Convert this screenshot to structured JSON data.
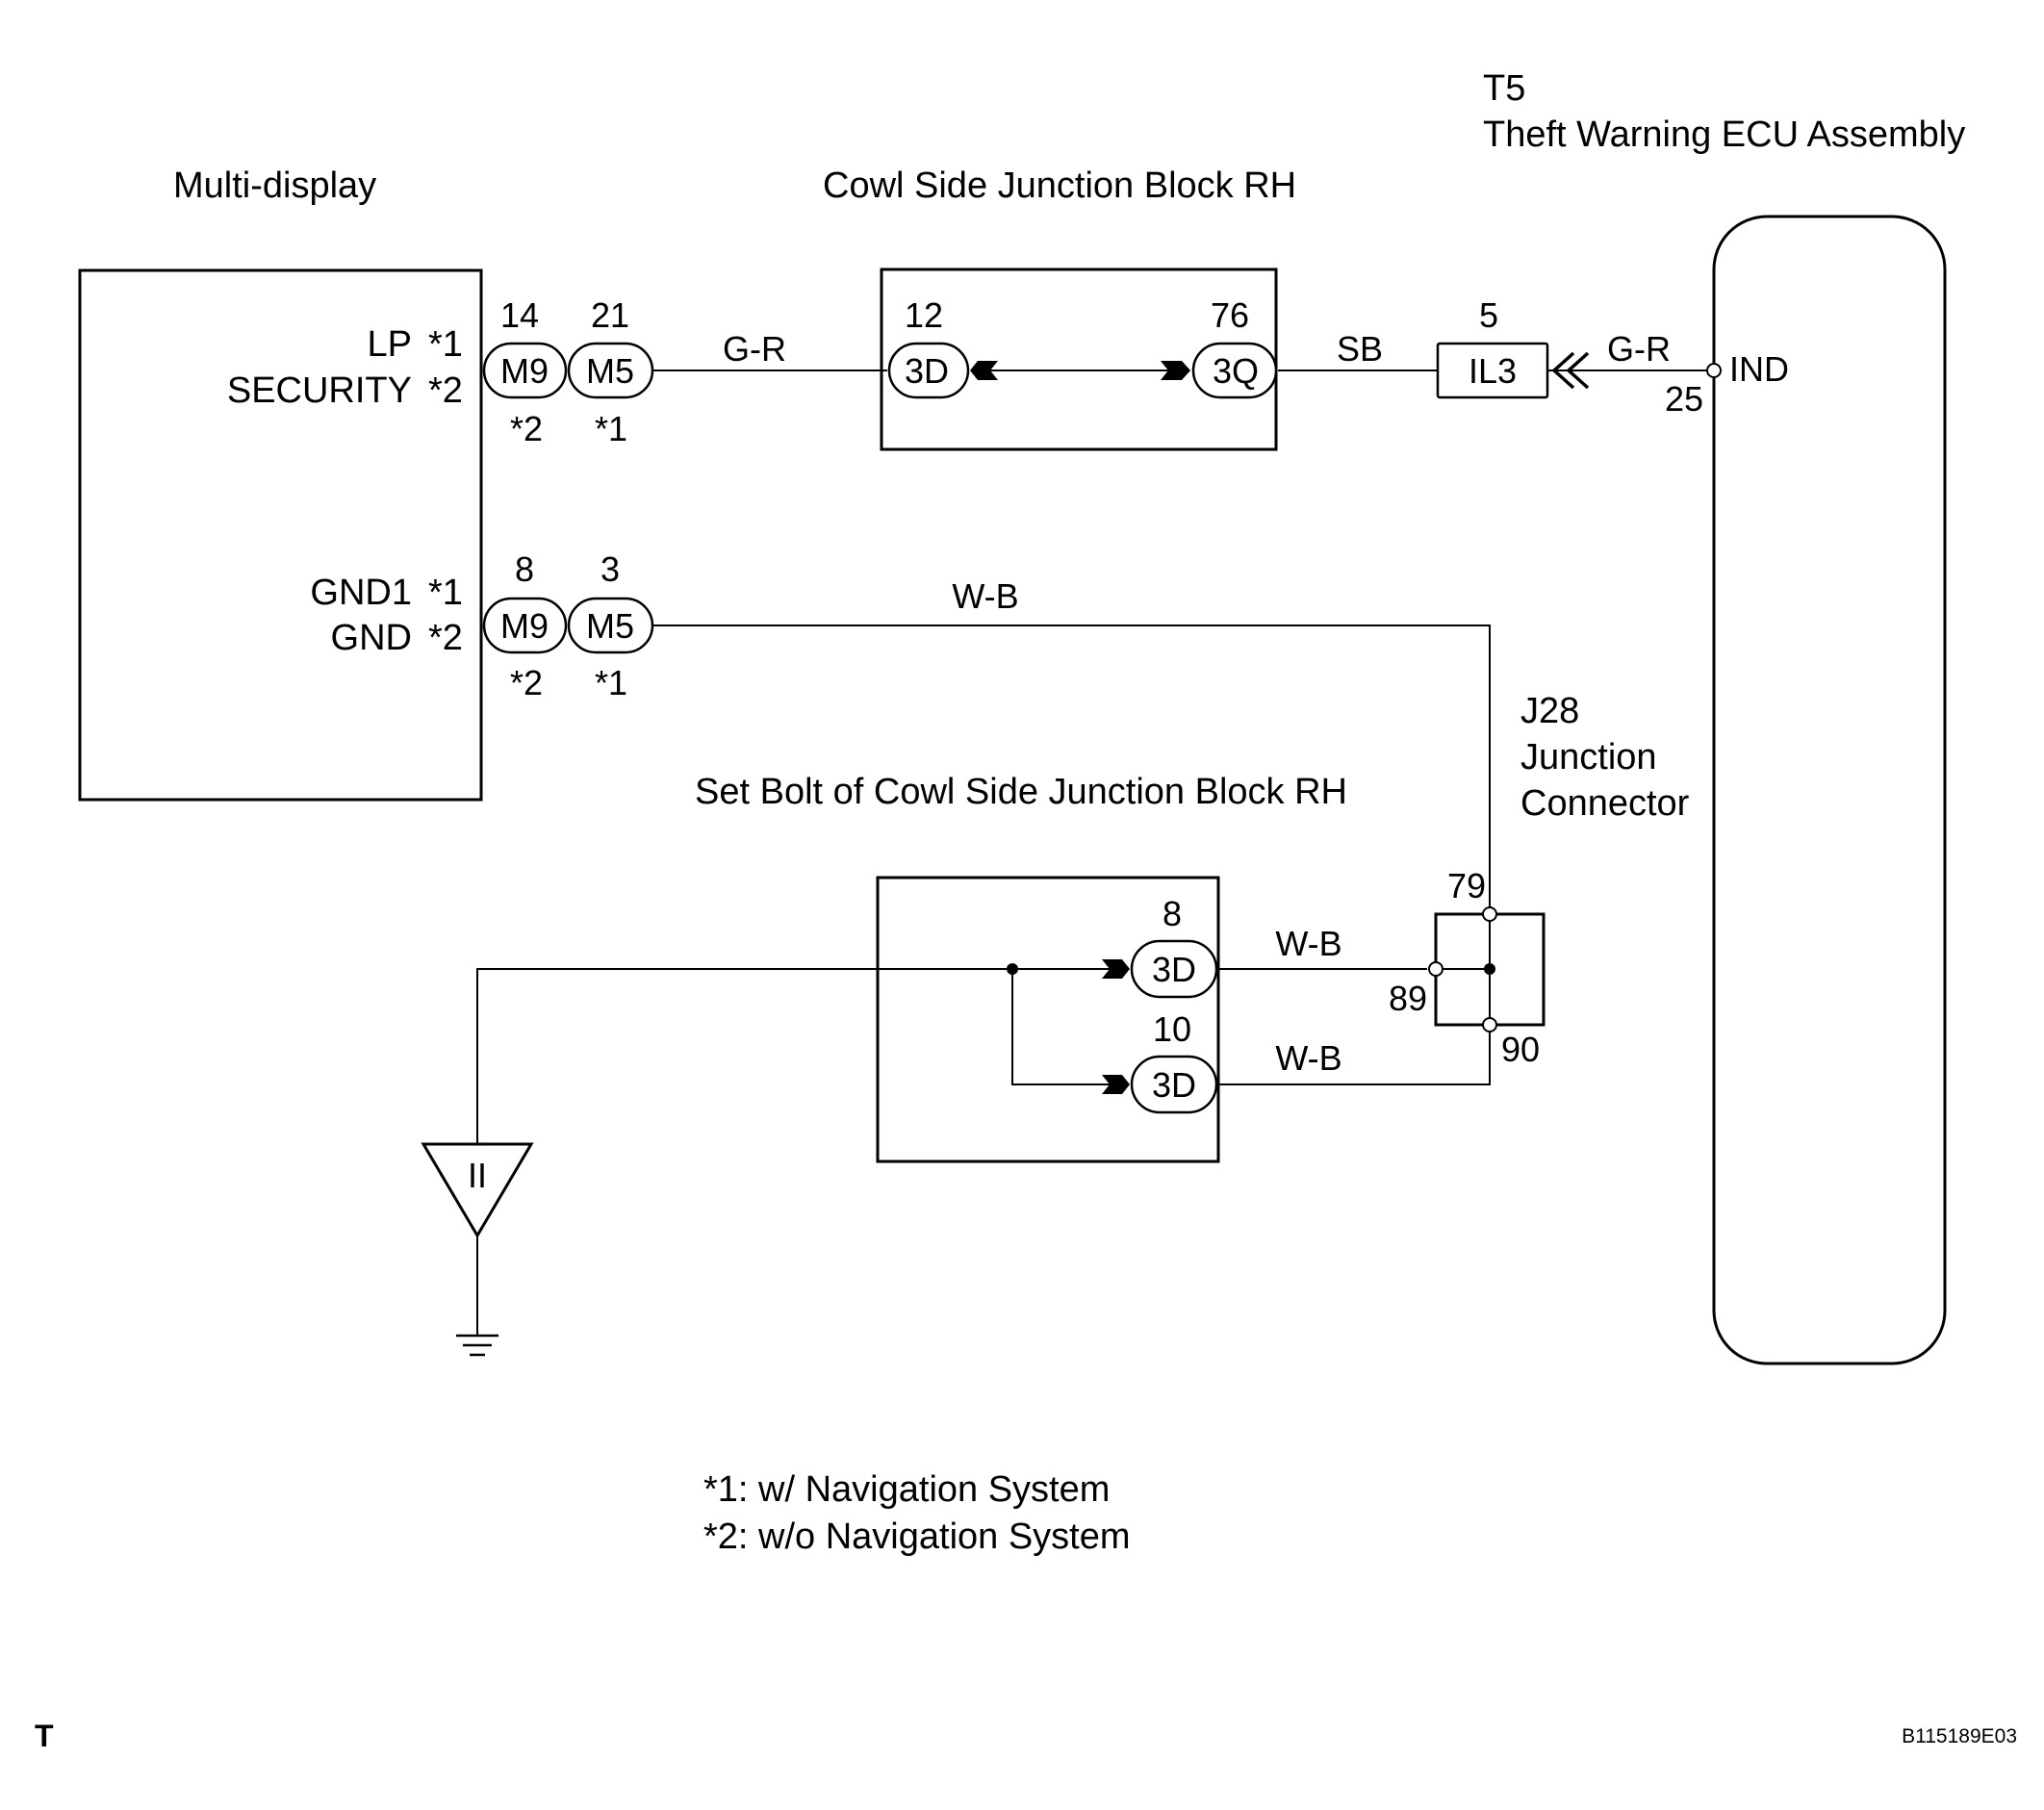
{
  "components": {
    "multi_display": {
      "title": "Multi-display",
      "pin_lp": "LP",
      "pin_lp_note": "*1",
      "pin_security": "SECURITY",
      "pin_security_note": "*2",
      "pin_gnd1": "GND1",
      "pin_gnd1_note": "*1",
      "pin_gnd": "GND",
      "pin_gnd_note": "*2"
    },
    "cowl_jb": {
      "title": "Cowl Side Junction Block RH"
    },
    "ecu": {
      "code": "T5",
      "title": "Theft Warning ECU Assembly",
      "pin_name": "IND",
      "pin_no": "25"
    },
    "junction_connector": {
      "code": "J28",
      "line1": "Junction",
      "line2": "Connector",
      "pin_top": "79",
      "pin_left": "89",
      "pin_bottom": "90"
    },
    "set_bolt": {
      "title": "Set Bolt of Cowl Side Junction Block RH"
    },
    "ground": {
      "symbol": "II"
    }
  },
  "connectors": {
    "m9_top": {
      "label": "M9",
      "pin": "14",
      "note": "*2"
    },
    "m5_top": {
      "label": "M5",
      "pin": "21",
      "note": "*1"
    },
    "m9_bot": {
      "label": "M9",
      "pin": "8",
      "note": "*2"
    },
    "m5_bot": {
      "label": "M5",
      "pin": "3",
      "note": "*1"
    },
    "jb_3d": {
      "label": "3D",
      "pin": "12"
    },
    "jb_3q": {
      "label": "3Q",
      "pin": "76"
    },
    "il3": {
      "label": "IL3",
      "pin": "5"
    },
    "sb_3d_a": {
      "label": "3D",
      "pin": "8"
    },
    "sb_3d_b": {
      "label": "3D",
      "pin": "10"
    }
  },
  "wires": {
    "gr_left": "G-R",
    "sb": "SB",
    "gr_right": "G-R",
    "wb_top": "W-B",
    "wb_mid": "W-B",
    "wb_low": "W-B"
  },
  "notes": {
    "note1": "*1: w/ Navigation System",
    "note2": "*2: w/o Navigation System"
  },
  "footer": {
    "corner_left": "T",
    "figure_id": "B115189E03"
  }
}
